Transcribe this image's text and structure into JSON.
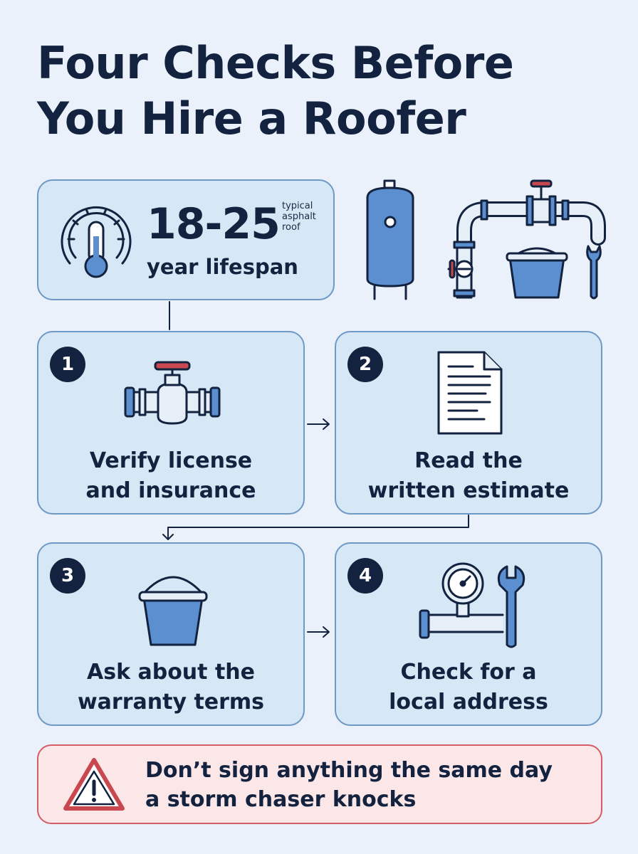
{
  "title": {
    "line1": "Four Checks Before",
    "line2": "You Hire a Roofer"
  },
  "stat": {
    "value": "18-25",
    "note_lines": [
      "typical",
      "asphalt",
      "roof"
    ],
    "subtitle": "year lifespan",
    "icon": "thermometer-gauge-icon"
  },
  "steps": [
    {
      "number": "1",
      "line1": "Verify license",
      "line2": "and insurance",
      "icon": "pipe-valve-icon"
    },
    {
      "number": "2",
      "line1": "Read the",
      "line2": "written estimate",
      "icon": "document-icon"
    },
    {
      "number": "3",
      "line1": "Ask about the",
      "line2": "warranty terms",
      "icon": "bucket-icon"
    },
    {
      "number": "4",
      "line1": "Check for a",
      "line2": "local address",
      "icon": "pressure-gauge-wrench-icon"
    }
  ],
  "warning": {
    "line1": "Don’t sign anything the same day",
    "line2": "a storm chaser knocks",
    "icon": "warning-triangle-icon"
  },
  "colors": {
    "background": "#eaf1fa",
    "card_fill": "#d6e7f6",
    "card_border": "#6e99c6",
    "navy": "#13233f",
    "icon_blue": "#5b8fd0",
    "valve_red": "#c9484f",
    "warning_fill": "#fbe6e8",
    "warning_border": "#d55d66"
  }
}
